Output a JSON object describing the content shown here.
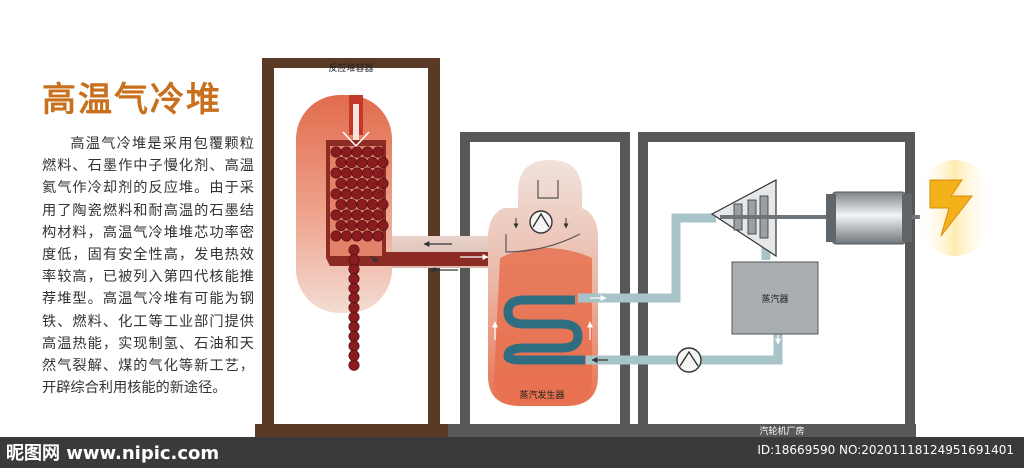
{
  "title": "高温气冷堆",
  "description": "高温气冷堆是采用包覆颗粒燃料、石墨作中子慢化剂、高温氦气作冷却剂的反应堆。由于采用了陶瓷燃料和耐高温的石墨结构材料，高温气冷堆堆芯功率密度低，固有安全性高，发电热效率较高，已被列入第四代核能推荐堆型。高温气冷堆有可能为钢铁、燃料、化工等工业部门提供高温热能，实现制氢、石油和天然气裂解、煤的气化等新工艺，开辟综合利用核能的新途径。",
  "diagram": {
    "reactor_vessel_label": "反应堆容器",
    "steam_generator_label": "蒸汽发生器",
    "evaporator_label": "蒸汽器",
    "turbine_hall_label": "汽轮机厂房"
  },
  "watermark": {
    "left": "昵图网 www.nipic.com",
    "right": "ID:18669590 NO:20201118124951691401"
  },
  "colors": {
    "title": "#c8701e",
    "frame_brown": "#5a3a24",
    "frame_gray": "#585858",
    "vessel_hot": "#e26b4c",
    "vessel_cold": "#f3dcd2",
    "hot_duct": "#8c2a24",
    "cold_pipe": "#a8c4c8",
    "coil": "#2f6e80",
    "lightning": "#f3b21a"
  }
}
